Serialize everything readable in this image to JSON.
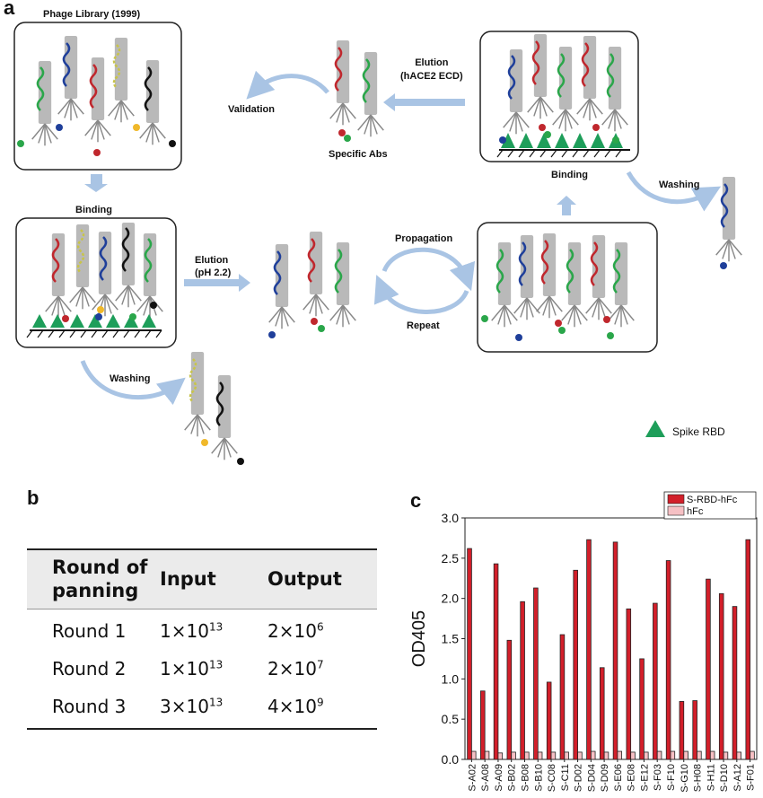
{
  "panels": {
    "a": "a",
    "b": "b",
    "c": "c"
  },
  "diagram": {
    "phage_library": "Phage Library (1999)",
    "binding_top": "Binding",
    "binding_right": "Binding",
    "elution_ph": "Elution\n(pH 2.2)",
    "elution_hace2": "Elution\n(hACE2 ECD)",
    "propagation": "Propagation",
    "repeat": "Repeat",
    "washing_left": "Washing",
    "washing_right": "Washing",
    "validation": "Validation",
    "specific_abs": "Specific Abs",
    "spike_legend": "Spike RBD",
    "colors": {
      "red": "#c0272d",
      "green": "#2aa64a",
      "blue": "#1f3f9a",
      "yellow": "#c8c44a",
      "black": "#111111",
      "phage_body": "#b9b9b9",
      "arrow": "#a9c4e4",
      "spike": "#1e9e5a"
    }
  },
  "table": {
    "headers": [
      "Round of\npanning",
      "Input",
      "Output"
    ],
    "rows": [
      {
        "round": "Round 1",
        "input_base": "1×10",
        "input_exp": "13",
        "output_base": "2×10",
        "output_exp": "6"
      },
      {
        "round": "Round 2",
        "input_base": "1×10",
        "input_exp": "13",
        "output_base": "2×10",
        "output_exp": "7"
      },
      {
        "round": "Round 3",
        "input_base": "3×10",
        "input_exp": "13",
        "output_base": "4×10",
        "output_exp": "9"
      }
    ]
  },
  "chart_data": {
    "type": "bar",
    "ylabel": "OD405",
    "ylim": [
      0,
      3.0
    ],
    "yticks": [
      "0.0",
      "0.5",
      "1.0",
      "1.5",
      "2.0",
      "2.5",
      "3.0"
    ],
    "categories": [
      "S-A02",
      "S-A08",
      "S-A09",
      "S-B02",
      "S-B08",
      "S-B10",
      "S-C08",
      "S-C11",
      "S-D02",
      "S-D04",
      "S-D09",
      "S-E06",
      "S-E08",
      "S-E12",
      "S-F03",
      "S-F10",
      "S-G10",
      "S-H08",
      "S-H11",
      "S-D10",
      "S-A12",
      "S-F01"
    ],
    "legend_position": "top-right",
    "series": [
      {
        "name": "S-RBD-hFc",
        "color": "#d21f2a",
        "values": [
          2.62,
          0.85,
          2.43,
          1.48,
          1.96,
          2.13,
          0.96,
          1.55,
          2.35,
          2.73,
          1.14,
          2.7,
          1.87,
          1.25,
          1.94,
          2.47,
          0.72,
          0.73,
          2.24,
          2.06,
          1.9,
          2.73
        ]
      },
      {
        "name": "hFc",
        "color": "#f6c0c4",
        "values": [
          0.1,
          0.1,
          0.08,
          0.09,
          0.09,
          0.09,
          0.09,
          0.09,
          0.09,
          0.1,
          0.09,
          0.1,
          0.09,
          0.09,
          0.1,
          0.1,
          0.1,
          0.1,
          0.1,
          0.09,
          0.09,
          0.1
        ]
      }
    ]
  }
}
